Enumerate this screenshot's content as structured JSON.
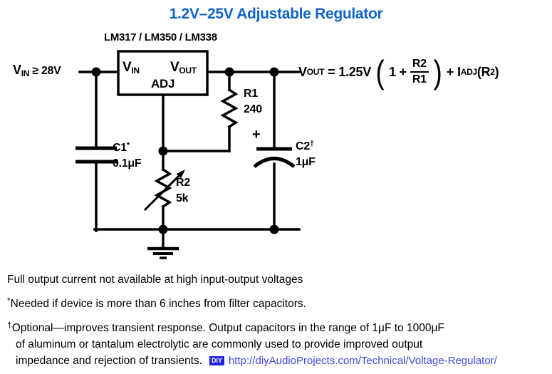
{
  "title": "1.2V–25V Adjustable Regulator",
  "chip": {
    "label": "LM317 / LM350 / LM338",
    "pin_vin": "V",
    "pin_vin_sub": "IN",
    "pin_vout": "V",
    "pin_vout_sub": "OUT",
    "pin_adj": "ADJ"
  },
  "input": {
    "v": "V",
    "v_sub": "IN",
    "cond": " ≥ 28V"
  },
  "formula": {
    "v": "V",
    "v_sub": "OUT",
    "eq": "=",
    "coef": "1.25V",
    "open": "(",
    "one": "1",
    "plus": "+",
    "num": "R2",
    "den": "R1",
    "close": ")",
    "plus2": "+",
    "i": "I",
    "i_sub": "ADJ",
    "open2": "(",
    "r": "R",
    "r_sub": "2",
    "close2": ")"
  },
  "components": {
    "r1": {
      "name": "R1",
      "value": "240"
    },
    "r2": {
      "name": "R2",
      "value": "5k"
    },
    "c1": {
      "name": "C1",
      "marker": "*",
      "value": "0.1μF"
    },
    "c2": {
      "name": "C2",
      "marker": "†",
      "value": "1μF",
      "polarity": "+"
    }
  },
  "notes": {
    "full_output": "Full output current not available at high input-output voltages",
    "star_marker": "*",
    "star_text": "Needed if device is more than 6 inches from filter capacitors.",
    "dagger_marker": "†",
    "dagger_line1": "Optional—improves transient response. Output capacitors in the range of 1μF to 1000μF",
    "dagger_line2": "of aluminum or tantalum electrolytic are commonly used  to provide improved output",
    "dagger_line3": "impedance and rejection of transients."
  },
  "link": {
    "badge": "DIY",
    "url": "http://diyAudioProjects.com/Technical/Voltage-Regulator/"
  },
  "colors": {
    "title_blue": "#1164c8",
    "link_blue": "#4545e0",
    "badge_blue": "#2222dd",
    "ink": "#000000"
  }
}
